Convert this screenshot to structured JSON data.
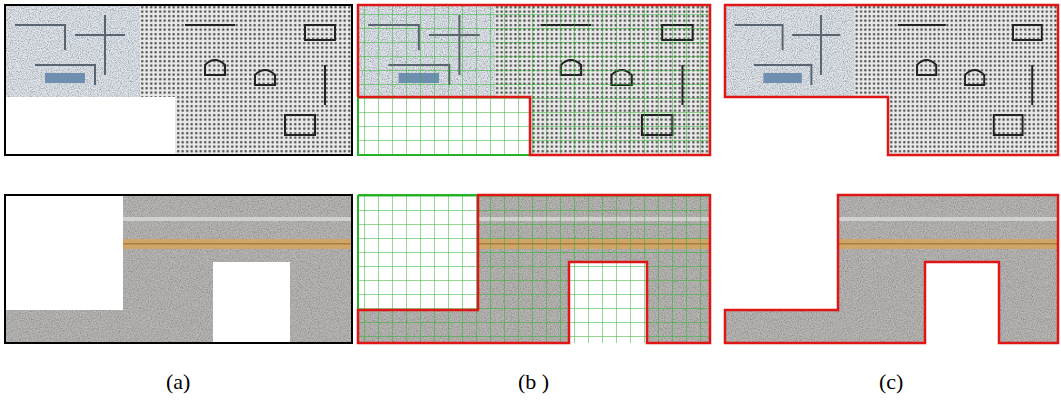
{
  "diagram": {
    "labels": [
      "(a)",
      "(b )",
      "(c)"
    ]
  }
}
